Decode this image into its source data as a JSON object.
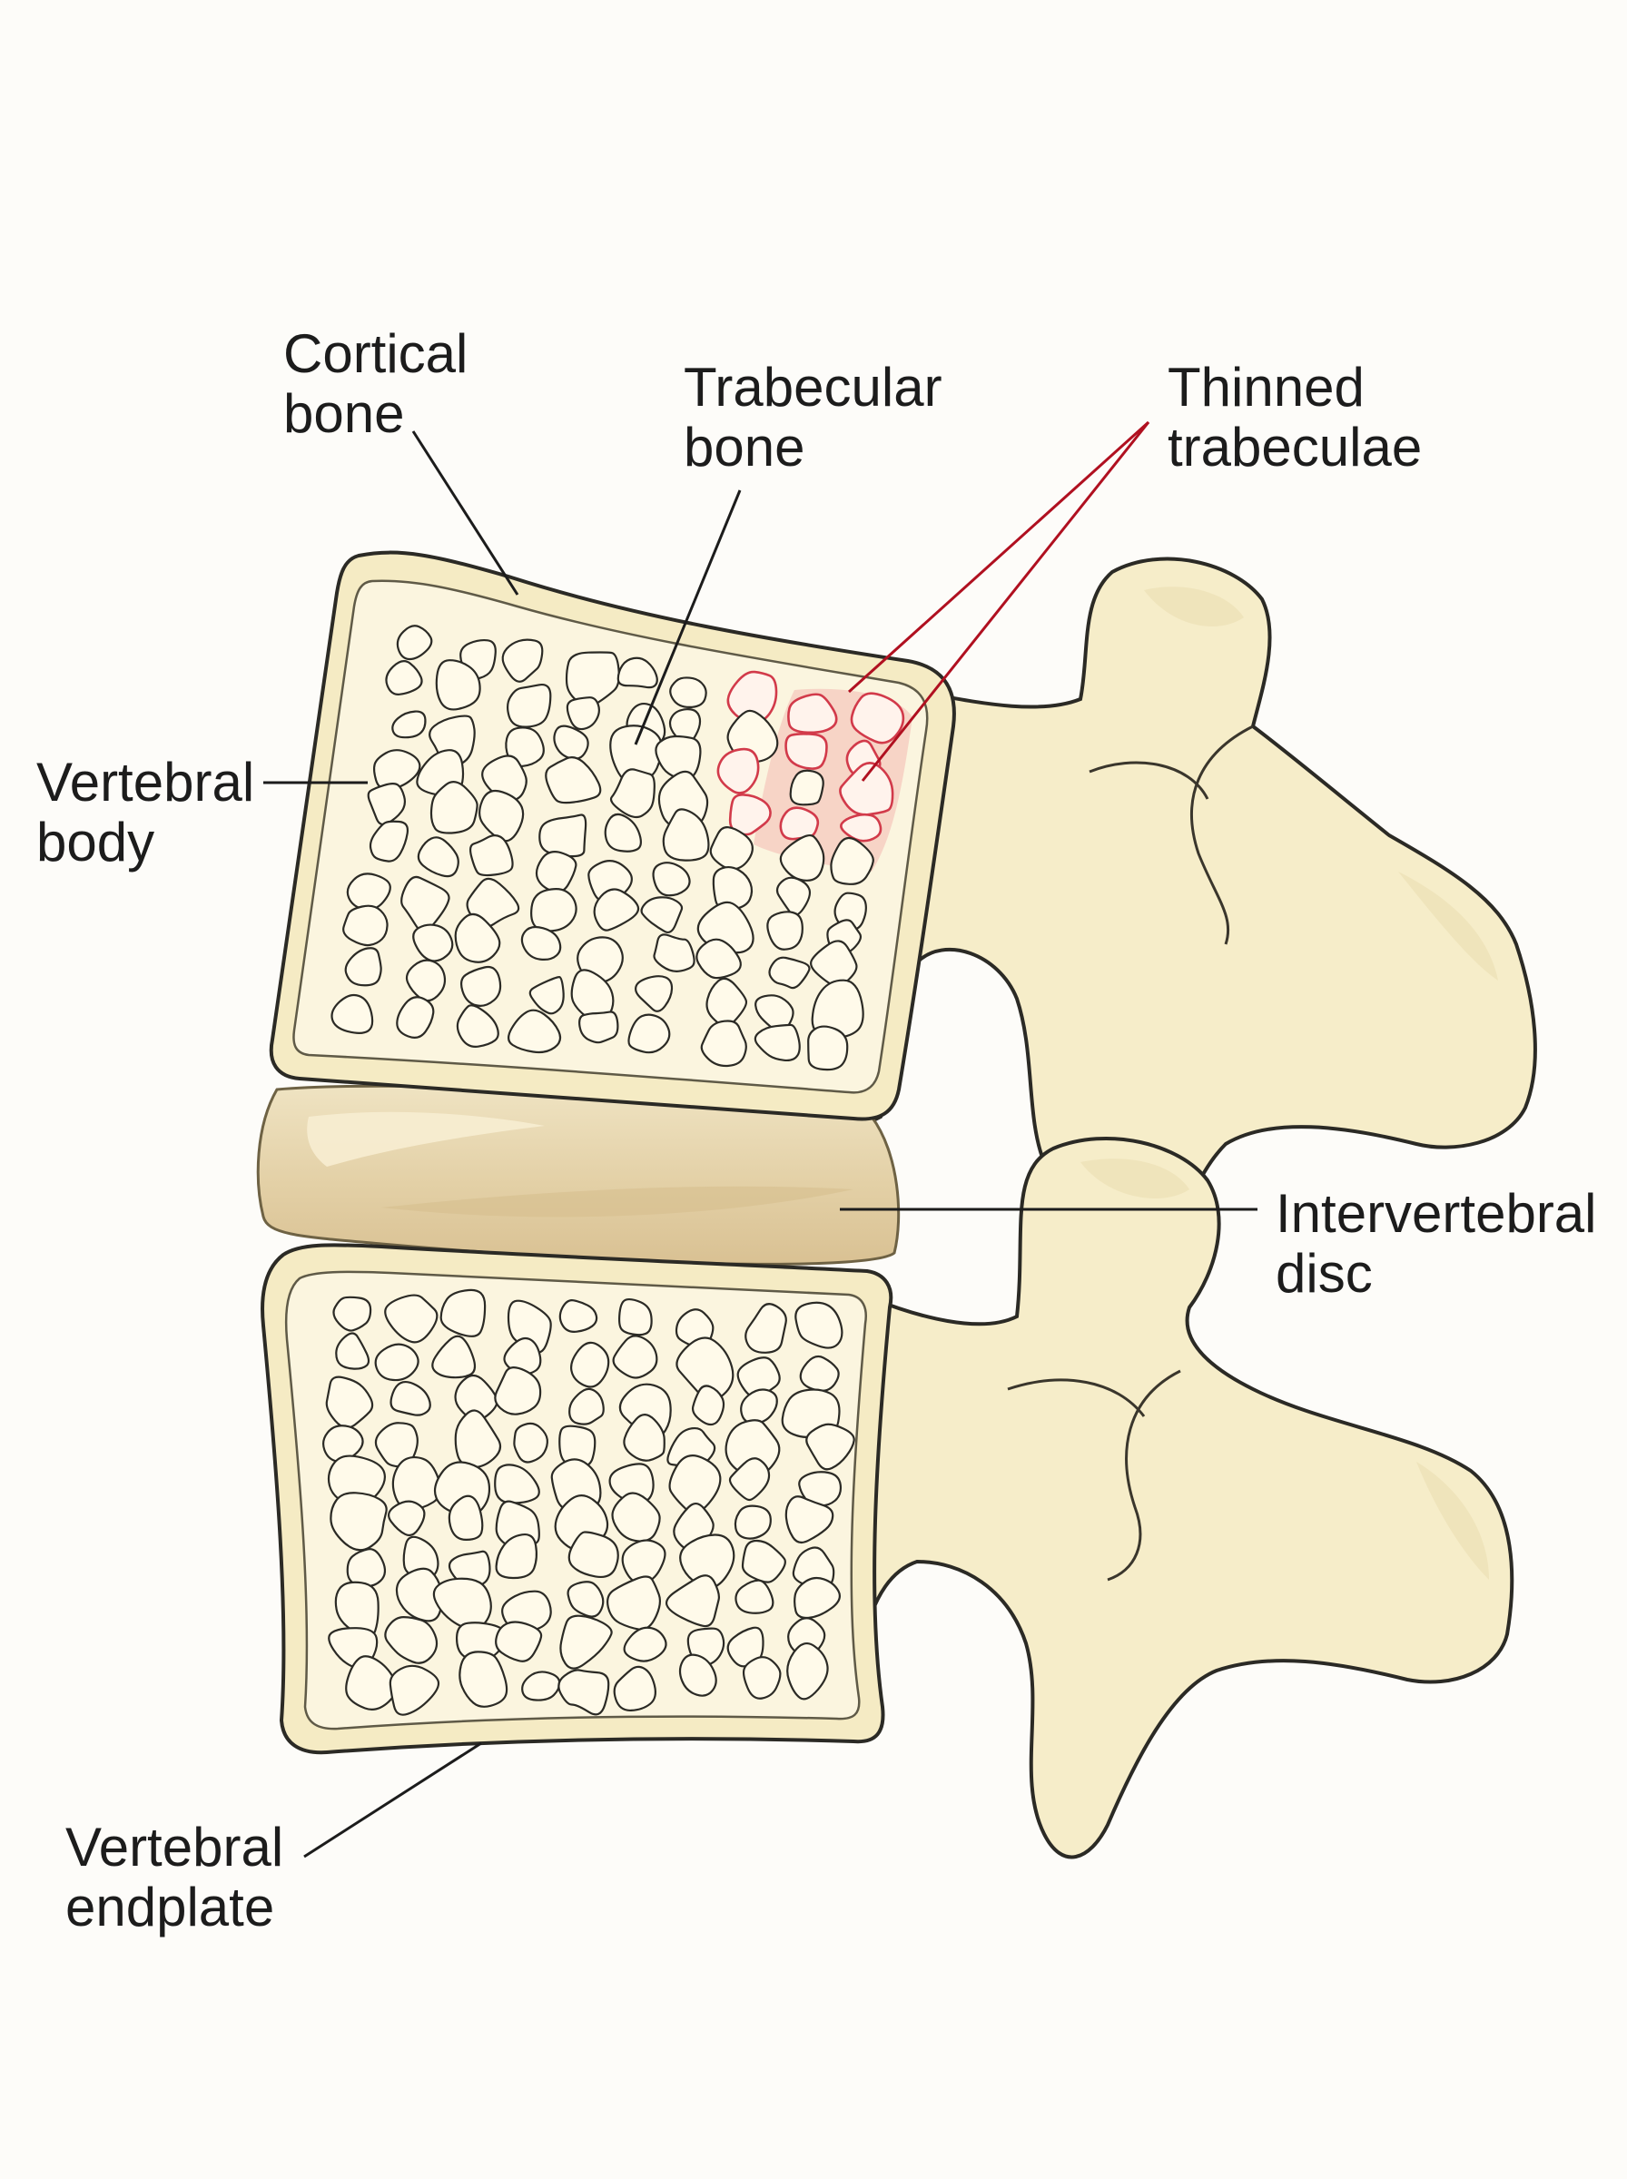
{
  "labels": {
    "cortical_bone": [
      "Cortical",
      "bone"
    ],
    "trabecular_bone": [
      "Trabecular",
      "bone"
    ],
    "thinned_trabeculae": [
      "Thinned",
      "trabeculae"
    ],
    "vertebral_body": [
      "Vertebral",
      "body"
    ],
    "intervertebral_disc": [
      "Intervertebral",
      "disc"
    ],
    "vertebral_endplate": [
      "Vertebral",
      "endplate"
    ]
  },
  "colors": {
    "bone": "#f6edc9",
    "disc": "#e6d3aa",
    "thinned_highlight": "#e8606c",
    "leader_line": "#1c1c1c",
    "leader_line_thinned": "#b01020"
  }
}
